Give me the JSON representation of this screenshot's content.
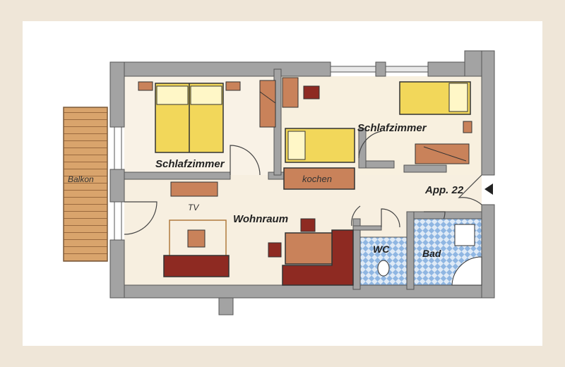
{
  "plan": {
    "rooms": {
      "bedroom_left": "Schlafzimmer",
      "bedroom_right": "Schlafzimmer",
      "living": "Wohnraum",
      "kitchen": "kochen",
      "balcony": "Balkon",
      "wc": "WC",
      "bath": "Bad"
    },
    "tv_label": "TV",
    "apartment_label": "App. 22",
    "colors": {
      "wall": "#a3a3a3",
      "floor": "#f7efe0",
      "bed": "#f2d75a",
      "wood": "#c9825a",
      "sofa": "#8e2a22",
      "tile": "#9cc1e6",
      "balcony": "#d7a06a"
    }
  }
}
